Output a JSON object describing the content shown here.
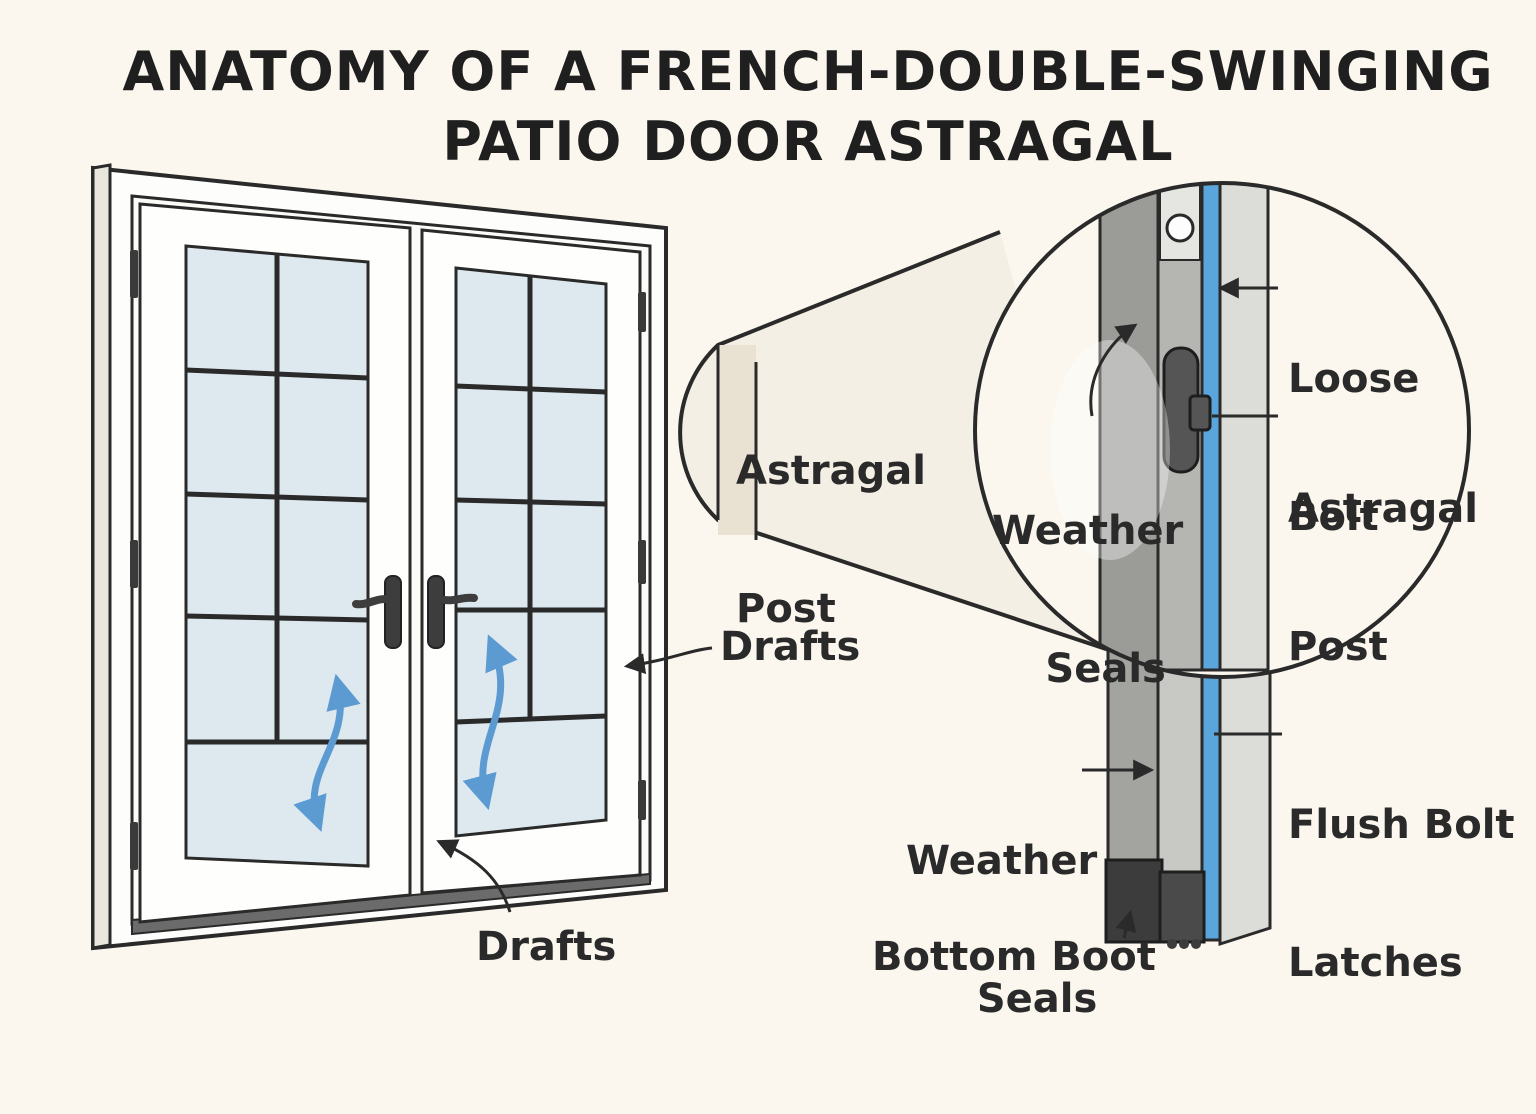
{
  "title": {
    "line1": "ANATOMY OF A FRENCH-DOUBLE-SWINGING",
    "line2": "PATIO DOOR ASTRAGAL"
  },
  "labels": {
    "astragal_post_left": [
      "Astragal",
      "Post"
    ],
    "drafts_right": "Drafts",
    "drafts_bottom": "Drafts",
    "weather_seals_inset": [
      "Weather",
      "Seals"
    ],
    "loose_bolt": [
      "Loose",
      "Bolt"
    ],
    "astragal_post_right": [
      "Astragal",
      "Post"
    ],
    "flush_bolt_latches": [
      "Flush Bolt",
      "Latches"
    ],
    "weather_seals_lower": [
      "Weather",
      "Seals"
    ],
    "bottom_boot": "Bottom Boot"
  },
  "icons": [
    "door-hinge-icon",
    "door-handle-icon",
    "draft-arrow-icon",
    "leader-arrow-icon"
  ],
  "colors": {
    "background": "#fbf7ee",
    "glass": "#dde8ef",
    "frame": "#fdfdfb",
    "outline": "#2a2a2a",
    "weather_strip": "#5aa6dc",
    "draft_arrow": "#5c9bd2",
    "astragal_gray": "#9b9b98",
    "boot": "#3c3c3c"
  }
}
